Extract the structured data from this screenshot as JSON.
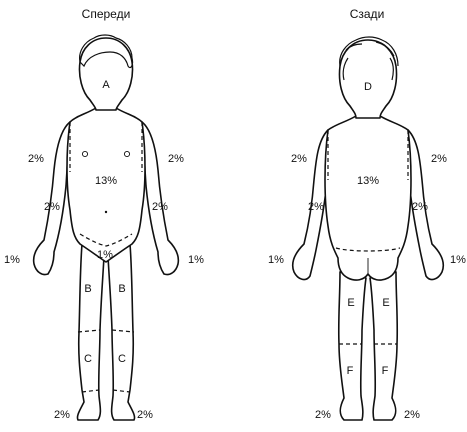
{
  "front": {
    "title": "Спереди",
    "head": "A",
    "torso": "13%",
    "upper_arm_left": "2%",
    "upper_arm_right": "2%",
    "forearm_left": "2%",
    "forearm_right": "2%",
    "hand_left": "1%",
    "hand_right": "1%",
    "genital": "1%",
    "thigh_left": "B",
    "thigh_right": "B",
    "leg_left": "C",
    "leg_right": "C",
    "foot_left": "2%",
    "foot_right": "2%"
  },
  "back": {
    "title": "Сзади",
    "head": "D",
    "torso": "13%",
    "upper_arm_left": "2%",
    "upper_arm_right": "2%",
    "forearm_left": "2%",
    "forearm_right": "2%",
    "hand_left": "1%",
    "hand_right": "1%",
    "thigh_left": "E",
    "thigh_right": "E",
    "leg_left": "F",
    "leg_right": "F",
    "foot_left": "2%",
    "foot_right": "2%"
  }
}
